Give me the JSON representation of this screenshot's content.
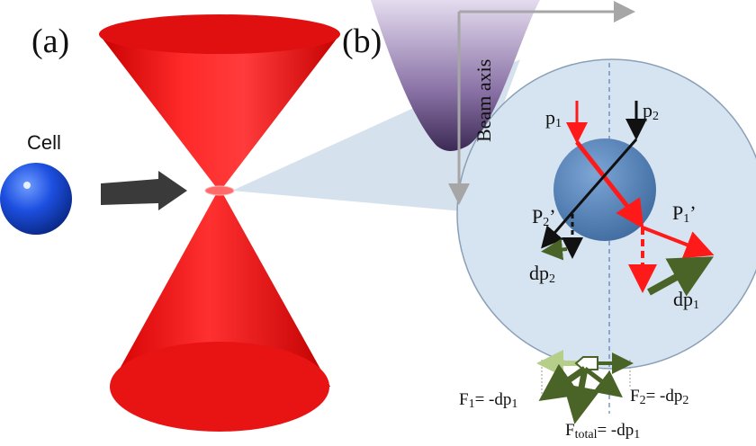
{
  "panel_a": {
    "label": "(a)",
    "cell_label": "Cell"
  },
  "panel_b": {
    "label": "(b)",
    "axis_label": "Beam axis"
  },
  "momenta": {
    "p1": {
      "base": "p",
      "sub": "1",
      "suffix": ""
    },
    "p2": {
      "base": "p",
      "sub": "2",
      "suffix": ""
    },
    "p1_out": {
      "base": "P",
      "sub": "1",
      "suffix": "’"
    },
    "p2_out": {
      "base": "P",
      "sub": "2",
      "suffix": "’"
    },
    "dp1": {
      "base": "dp",
      "sub": "1",
      "suffix": ""
    },
    "dp2": {
      "base": "dp",
      "sub": "2",
      "suffix": ""
    }
  },
  "forces": {
    "f1": {
      "base": "F",
      "sub": "1",
      "mid": "= -dp",
      "sub2": "1"
    },
    "f2": {
      "base": "F",
      "sub": "2",
      "mid": "= -dp",
      "sub2": "2"
    },
    "ftotal": {
      "base": "F",
      "sub": "total",
      "mid": "= -dp",
      "sub2": "1"
    }
  },
  "colors": {
    "beam_red": "#ff1a1a",
    "dark_green": "#4a6428",
    "light_green": "#b5cf8a",
    "cell_blue": "#1a4fd8",
    "inset_fill": "#d6e3f0",
    "particle_blue": "#4f7fb3",
    "axis_gray": "#a6a6a6"
  }
}
